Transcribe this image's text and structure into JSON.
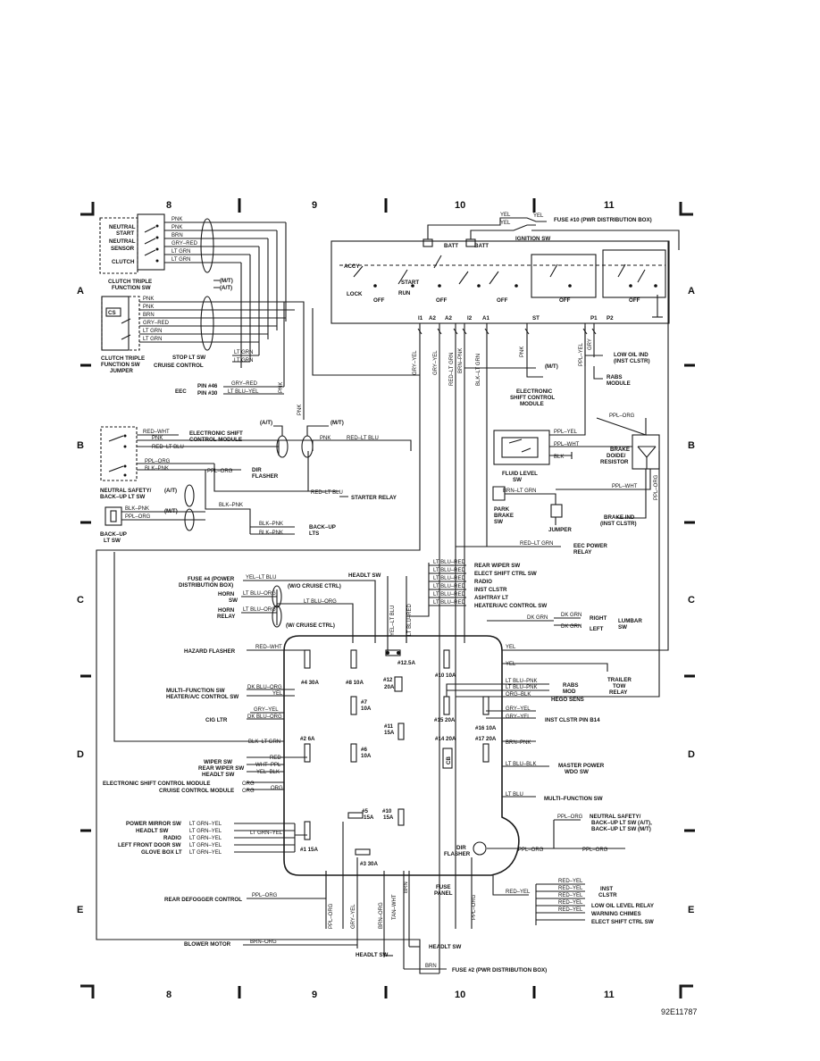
{
  "grid": {
    "columns": [
      "8",
      "9",
      "10",
      "11"
    ],
    "rows": [
      "A",
      "B",
      "C",
      "D",
      "E"
    ]
  },
  "figure_id": "92E11787",
  "components": {
    "tfs": [
      "NEUTRAL",
      "START",
      "NEUTRAL",
      "SENSOR",
      "CLUTCH",
      "CLUTCH TRIPLE",
      "FUNCTION SW"
    ],
    "tfs_wires": [
      "PNK",
      "PNK",
      "BRN",
      "GRY–RED",
      "LT GRN",
      "LT GRN"
    ],
    "jumper": [
      "CLUTCH TRIPLE",
      "FUNCTION SW",
      "JUMPER",
      "CS"
    ],
    "jumper_wires": [
      "PNK",
      "PNK",
      "BRN",
      "GRY–RED",
      "LT GRN",
      "LT GRN"
    ],
    "stop_lt": [
      "LT GRN",
      "LT GRN",
      "STOP LT SW",
      "CRUISE CONTROL"
    ],
    "eec": [
      "EEC",
      "PIN #46",
      "PIN #30",
      "GRY–RED",
      "LT BLU–YEL"
    ],
    "trans_notes": [
      "(M/T)",
      "(A/T)",
      "(A/T)",
      "(M/T)",
      "(A/T)",
      "(M/T)"
    ],
    "ign": [
      "IGNITION SW",
      "BATT",
      "BATT",
      "ACCY",
      "LOCK",
      "START",
      "RUN",
      "OFF",
      "OFF",
      "OFF",
      "OFF",
      "OFF",
      "I1",
      "A2",
      "A2",
      "I2",
      "A1",
      "ST",
      "P1",
      "P2"
    ],
    "ign_wires": [
      "GRY–YEL",
      "GRY–YEL",
      "RED–LT GRN",
      "BRN–PNK",
      "BLK–LT GRN",
      "PNK",
      "PPL–YEL",
      "GRY",
      "BRN",
      "PNK"
    ],
    "fuse10": [
      "YEL",
      "YEL",
      "YEL",
      "FUSE #10 (PWR DISTRIBUTION BOX)"
    ],
    "right_top": [
      "LOW OIL IND",
      "(INST CLSTR)",
      "RABS",
      "MODULE",
      "(M/T)",
      "ELECTRONIC",
      "SHIFT CONTROL",
      "MODULE"
    ],
    "neutral_safety": [
      "RED–WHT",
      "PNK",
      "RED–LT BLU",
      "ELECTRONIC SHIFT",
      "CONTROL MODULE",
      "PNK",
      "RED–LT BLU",
      "PPL–ORG",
      "BLK–PNK",
      "NEUTRAL SAFETY/",
      "BACK–UP LT SW",
      "PPL–ORG",
      "DIR",
      "FLASHER",
      "RED–LT BLU",
      "STARTER RELAY",
      "BLK–PNK"
    ],
    "backup": [
      "BLK–PNK",
      "PPL–ORG",
      "BACK–UP",
      "LT SW",
      "BLK–PNK",
      "BLK–PNK",
      "BACK–UP",
      "LTS"
    ],
    "fluid": [
      "PPL–YEL",
      "PPL–WHT",
      "BLK",
      "FLUID LEVEL",
      "SW",
      "BRN–LT GRN",
      "PARK",
      "BRAKE",
      "SW",
      "JUMPER",
      "PPL–WHT",
      "PPL–WHT",
      "PPL–ORG",
      "BRAKE",
      "DOIDE/",
      "RESISTOR",
      "BRAKE IND",
      "(INST CLSTR)"
    ],
    "eec_power": [
      "RED–LT GRN",
      "EEC POWER",
      "RELAY"
    ],
    "c_right": [
      "LT BLU–RED",
      "REAR WIPER SW",
      "LT BLU–RED",
      "ELECT SHIFT CTRL SW",
      "LT BLU–RED",
      "RADIO",
      "LT BLU–RED",
      "INST CLSTR",
      "LT BLU–RED",
      "ASHTRAY LT",
      "LT BLU–RED",
      "HEATER/A/C CONTROL SW",
      "HEADLT SW",
      "YEL–LT BLU",
      "LT BLU–RED"
    ],
    "c_left": [
      "FUSE #4 (POWER",
      "DISTRIBUTION BOX)",
      "YEL–LT BLU",
      "HORN",
      "SW",
      "LT BLU–ORG",
      "(W/O CRUISE CTRL)",
      "LT BLU–ORG",
      "HORN",
      "RELAY",
      "LT BLU–ORG",
      "(W/ CRUISE CTRL)"
    ],
    "lumbar": [
      "DK GRN",
      "DK GRN",
      "DK GRN",
      "RIGHT",
      "LEFT",
      "LUMBAR",
      "SW"
    ],
    "fuse_labels": [
      "#12.5A",
      "#4 30A",
      "#8 10A",
      "#12",
      "20A",
      "#10 10A",
      "#7",
      "10A",
      "#15 20A",
      "#16 10A",
      "#2 6A",
      "#11",
      "15A",
      "#6",
      "10A",
      "#14 20A",
      "#17 20A",
      "#5",
      "15A",
      "#10",
      "15A",
      "#1 15A",
      "#3 30A",
      "FUSE",
      "PANEL",
      "DIR",
      "FLASHER",
      "CB"
    ],
    "fuse_left": [
      "HAZARD FLASHER",
      "RED–WHT",
      "MULTI–FUNCTION SW",
      "DK BLU–ORG",
      "HEATER/A/C CONTROL SW",
      "YEL",
      "GRY–YEL",
      "CIG LTR",
      "DK BLU–ORG",
      "BLK–LT GRN",
      "WIPER SW",
      "RED",
      "REAR WIPER SW",
      "WHT–PPL",
      "HEADLT SW",
      "YEL–BLK",
      "ELECTRONIC SHIFT CONTROL MODULE",
      "ORG",
      "CRUISE CONTROL MODULE",
      "ORG",
      "ORG"
    ],
    "fuse_right": [
      "YEL",
      "YEL",
      "TRAILER",
      "TOW",
      "RELAY",
      "LT BLU–PNK",
      "LT BLU–PNK",
      "ORG–BLK",
      "RABS",
      "MOD",
      "HEGO SENS",
      "GRY–YEL",
      "GRY–YEL",
      "INST CLSTR PIN B14",
      "BRN–PNK",
      "LT BLU–BLK",
      "MASTER POWER",
      "WDO SW",
      "LT BLU",
      "MULTI–FUNCTION SW",
      "PPL–ORG",
      "NEUTRAL SAFETY/",
      "BACK–UP LT SW (A/T),",
      "BACK–UP LT SW (M/T)",
      "PPL–ORG"
    ],
    "e_left": [
      "POWER MIRROR SW",
      "LT GRN–YEL",
      "HEADLT SW",
      "LT GRN–YEL",
      "RADIO",
      "LT GRN–YEL",
      "LEFT FRONT DOOR SW",
      "LT GRN–YEL",
      "GLOVE BOX LT",
      "LT GRN–YEL",
      "LT GRN–YEL",
      "REAR DEFOGGER CONTROL",
      "PPL–ORG"
    ],
    "e_bottom": [
      "PPL–ORG",
      "GRY–YEL",
      "BRN–ORG",
      "TAN–WHT",
      "BRN",
      "PPL–ORG",
      "BLOWER MOTOR",
      "BRN–ORG",
      "HEADLT SW",
      "HEADLT SW",
      "BRN",
      "FUSE #2 (PWR DISTRIBUTION BOX)"
    ],
    "e_right": [
      "RED–YEL",
      "RED–YEL",
      "RED–YEL",
      "RED–YEL",
      "RED–YEL",
      "RED–YEL",
      "INST",
      "CLSTR",
      "LOW OIL LEVEL RELAY",
      "WARNING CHIMES",
      "ELECT SHIFT CTRL SW"
    ]
  }
}
